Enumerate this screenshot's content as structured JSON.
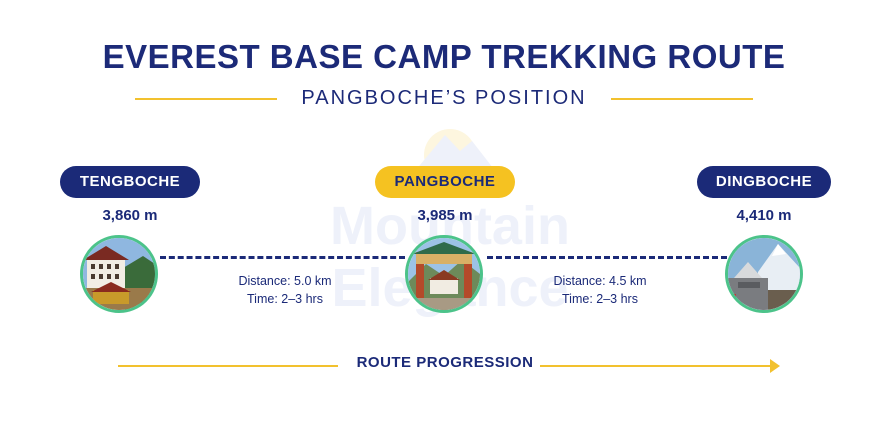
{
  "header": {
    "title": "EVEREST BASE CAMP TREKKING ROUTE",
    "subtitle": "PANGBOCHE’S POSITION"
  },
  "watermark": "Mountain Elegance",
  "colors": {
    "navy": "#1b2a78",
    "gold": "#f5c221",
    "ring": "#4cc38a"
  },
  "stops": [
    {
      "name": "TENGBOCHE",
      "elevation": "3,860 m",
      "highlighted": false,
      "icon": "monastery-photo"
    },
    {
      "name": "PANGBOCHE",
      "elevation": "3,985 m",
      "highlighted": true,
      "icon": "gate-photo"
    },
    {
      "name": "DINGBOCHE",
      "elevation": "4,410 m",
      "highlighted": false,
      "icon": "chorten-photo"
    }
  ],
  "legs": [
    {
      "distance": "Distance: 5.0 km",
      "time": "Time: 2–3 hrs"
    },
    {
      "distance": "Distance: 4.5 km",
      "time": "Time: 2–3 hrs"
    }
  ],
  "progression_label": "ROUTE PROGRESSION"
}
